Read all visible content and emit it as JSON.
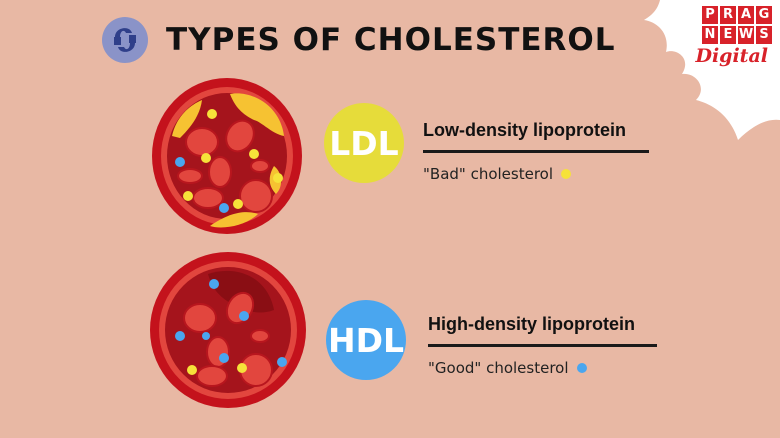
{
  "title": "TYPES OF CHOLESTEROL",
  "brand": {
    "line1": "PRAG",
    "line2": "NEWS",
    "line3": "Digital",
    "color": "#d8222a"
  },
  "logo_icon": "logo-icon",
  "ldl": {
    "abbr": "LDL",
    "name": "Low-density lipoprotein",
    "desc": "\"Bad\" cholesterol",
    "color": "#e6dc3a"
  },
  "hdl": {
    "abbr": "HDL",
    "name": "High-density lipoprotein",
    "desc": "\"Good\" cholesterol",
    "color": "#4aa6ef"
  },
  "colors": {
    "background": "#e8b8a4",
    "vessel_wall": "#c4121c",
    "blood": "#a5141c",
    "cell": "#e2463e",
    "plaque": "#f6c232"
  }
}
